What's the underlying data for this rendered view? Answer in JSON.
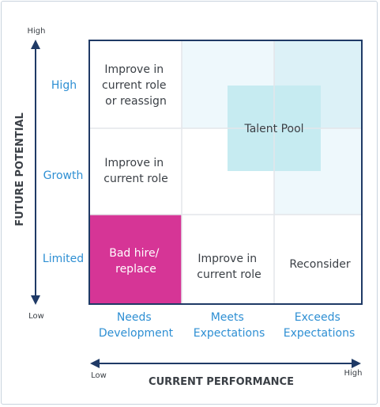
{
  "axes": {
    "y_title": "FUTURE POTENTIAL",
    "x_title": "CURRENT PERFORMANCE",
    "y_high": "High",
    "y_low": "Low",
    "x_low": "Low",
    "x_high": "High"
  },
  "rows": [
    "High",
    "Growth",
    "Limited"
  ],
  "columns": [
    [
      "Needs",
      "Development"
    ],
    [
      "Meets",
      "Expectations"
    ],
    [
      "Exceeds",
      "Expectations"
    ]
  ],
  "cells": {
    "high_needs": [
      "Improve in",
      "current role",
      "or reassign"
    ],
    "growth_needs": [
      "Improve in",
      "current role"
    ],
    "limited_needs": [
      "Bad hire/",
      "replace"
    ],
    "limited_meets": [
      "Improve in",
      "current role"
    ],
    "limited_exceeds": [
      "Reconsider"
    ]
  },
  "talent_pool": "Talent Pool",
  "colors": {
    "blue_label": "#2e8fd3",
    "dark_text": "#3a3f45",
    "magenta": "#d63596",
    "grid_border": "#1f3a66",
    "light_cyan": "#eef8fc",
    "mid_cyan": "#dcf1f7",
    "talent_pool_fill": "#c6ebf1"
  }
}
